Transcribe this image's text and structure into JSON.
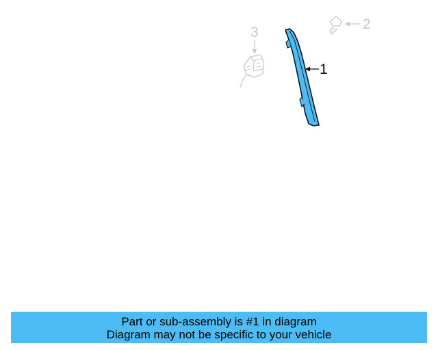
{
  "diagram": {
    "parts": [
      {
        "number": "1",
        "name": "Trim molding",
        "highlighted": true
      },
      {
        "number": "2",
        "name": "Screw",
        "highlighted": false
      },
      {
        "number": "3",
        "name": "Clip",
        "highlighted": false
      }
    ]
  },
  "banner": {
    "line1": "Part or sub-assembly is #1 in diagram",
    "line2": "Diagram may not be specific to your vehicle"
  },
  "colors": {
    "highlight_fill": "#4dbcf4",
    "banner_bg": "#4dbcf4",
    "faded_line": "#c8c8c8",
    "outline": "#111111"
  }
}
